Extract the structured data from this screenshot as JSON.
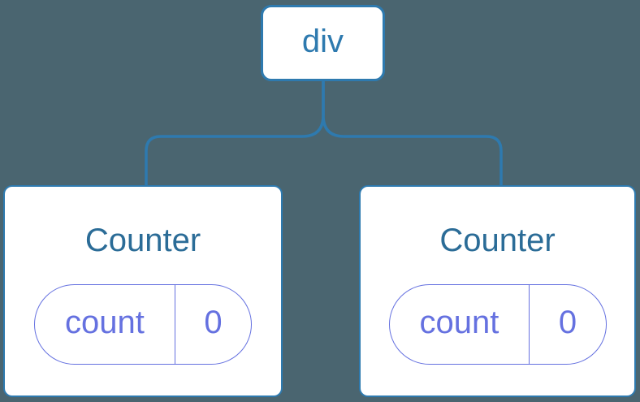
{
  "diagram": {
    "description": "Component tree: one div parent with two Counter children, each with its own count state",
    "root": {
      "label": "div"
    },
    "children": [
      {
        "title": "Counter",
        "state": {
          "key": "count",
          "value": "0"
        }
      },
      {
        "title": "Counter",
        "state": {
          "key": "count",
          "value": "0"
        }
      }
    ],
    "colors": {
      "background": "#4a6570",
      "line_blue": "#2e7aaf",
      "node_text": "#2e7aaf",
      "title_text": "#2b6c97",
      "state_purple": "#6571e0",
      "card_bg": "#ffffff"
    }
  }
}
